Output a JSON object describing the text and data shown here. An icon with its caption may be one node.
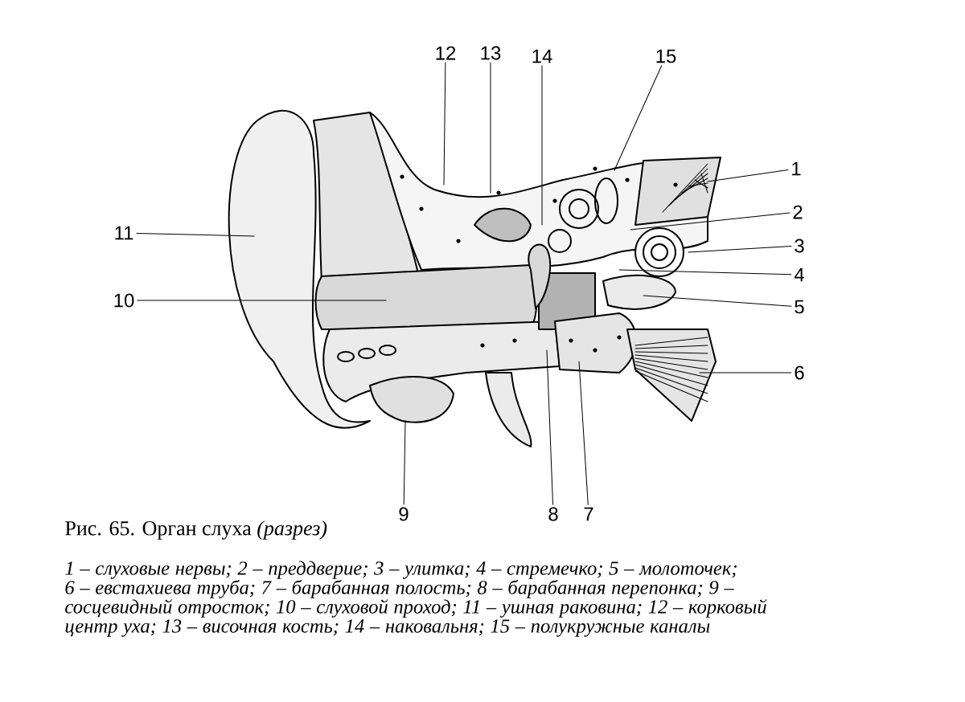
{
  "diagram": {
    "title": "Рис. 65. Орган слуха *(разрез)*",
    "caption": "1 – слуховые нервы; 2 – преддверие; 3 – улитка; 4 – стремечко; 5 – молоточек; 6 – евстахиева труба; 7 – барабанная полость; 8 – барабанная перепонка; 9 – сосцевидный отросток; 10 – слуховой проход; 11 – ушная раковина; 12 – корковый центр уха; 13 – височная кость; 14 – наковальня; 15 – полукружные каналы",
    "nodes": [
      {
        "text": [
          "12"
        ]
      },
      {
        "text": [
          "13"
        ]
      },
      {
        "text": [
          "14"
        ]
      },
      {
        "text": [
          "15"
        ]
      },
      {
        "text": [
          "11"
        ]
      },
      {
        "text": [
          "1"
        ]
      },
      {
        "text": [
          "2"
        ]
      },
      {
        "text": [
          "3"
        ]
      },
      {
        "text": [
          "4"
        ]
      },
      {
        "text": [
          "10"
        ]
      },
      {
        "text": [
          "5"
        ]
      },
      {
        "text": [
          "6"
        ]
      },
      {
        "text": [
          "9"
        ]
      },
      {
        "text": [
          "8"
        ]
      },
      {
        "text": [
          "7"
        ]
      }
    ],
    "edges": [
      {
        "from": 0,
        "to": null,
        "arrow": "none"
      },
      {
        "from": 1,
        "to": null,
        "arrow": "none"
      },
      {
        "from": 2,
        "to": null,
        "arrow": "none"
      },
      {
        "from": 3,
        "to": null,
        "arrow": "none"
      },
      {
        "from": 4,
        "to": null,
        "arrow": "none"
      },
      {
        "from": 5,
        "to": null,
        "arrow": "none"
      },
      {
        "from": 6,
        "to": null,
        "arrow": "none"
      },
      {
        "from": 7,
        "to": null,
        "arrow": "none"
      },
      {
        "from": 8,
        "to": null,
        "arrow": "none"
      },
      {
        "from": 9,
        "to": null,
        "arrow": "none"
      },
      {
        "from": 10,
        "to": null,
        "arrow": "none"
      },
      {
        "from": 11,
        "to": null,
        "arrow": "none"
      },
      {
        "from": 12,
        "to": null,
        "arrow": "none"
      },
      {
        "from": 13,
        "to": null,
        "arrow": "none"
      },
      {
        "from": 14,
        "to": null,
        "arrow": "none"
      }
    ]
  }
}
